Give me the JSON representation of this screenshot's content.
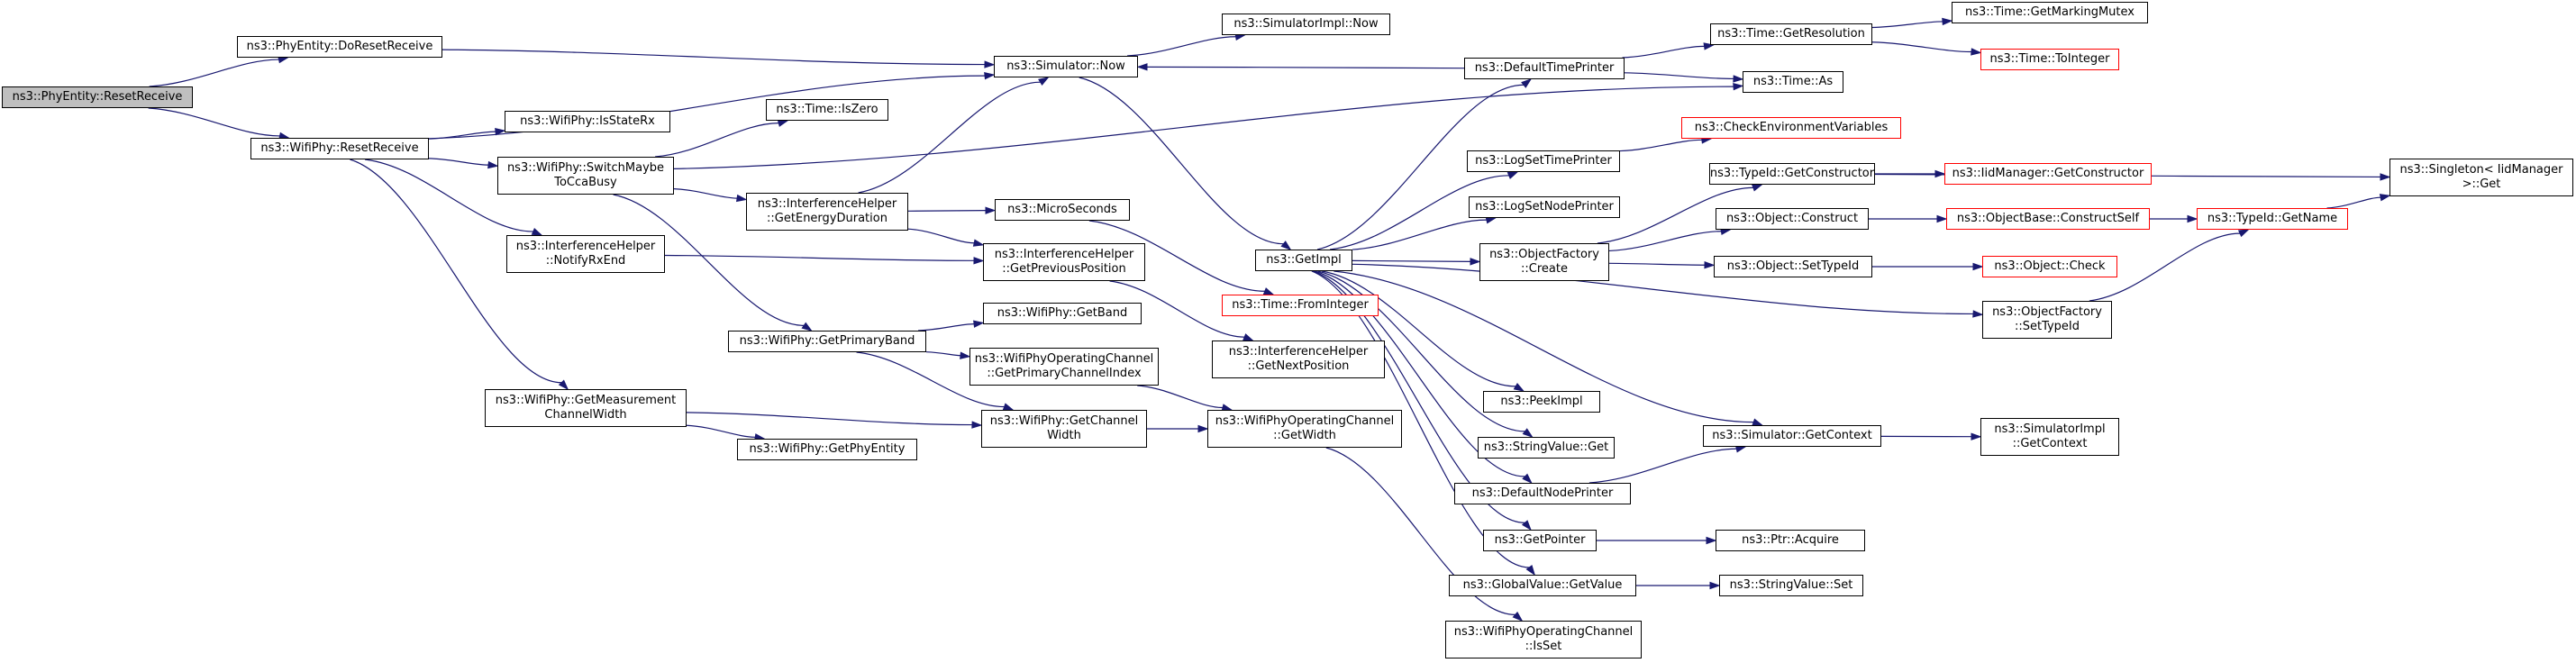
{
  "colors": {
    "edge": "#191970",
    "root_fill": "#bfbfbf",
    "truncated_border": "#ff0000",
    "node_border": "#000000"
  },
  "nodes": [
    {
      "id": "reset",
      "lines": [
        "ns3::PhyEntity::ResetReceive"
      ],
      "root": true
    },
    {
      "id": "doreset",
      "lines": [
        "ns3::PhyEntity::DoResetReceive"
      ]
    },
    {
      "id": "wifireset",
      "lines": [
        "ns3::WifiPhy::ResetReceive"
      ]
    },
    {
      "id": "now",
      "lines": [
        "ns3::Simulator::Now"
      ]
    },
    {
      "id": "simimplnow",
      "lines": [
        "ns3::SimulatorImpl::Now"
      ]
    },
    {
      "id": "isstaterx",
      "lines": [
        "ns3::WifiPhy::IsStateRx"
      ]
    },
    {
      "id": "switchmaybe",
      "lines": [
        "ns3::WifiPhy::SwitchMaybe",
        "ToCcaBusy"
      ]
    },
    {
      "id": "notifyrxend",
      "lines": [
        "ns3::InterferenceHelper",
        "::NotifyRxEnd"
      ]
    },
    {
      "id": "getmeaschw",
      "lines": [
        "ns3::WifiPhy::GetMeasurement",
        "ChannelWidth"
      ]
    },
    {
      "id": "iszero",
      "lines": [
        "ns3::Time::IsZero"
      ]
    },
    {
      "id": "getenergydur",
      "lines": [
        "ns3::InterferenceHelper",
        "::GetEnergyDuration"
      ]
    },
    {
      "id": "getprimaryband",
      "lines": [
        "ns3::WifiPhy::GetPrimaryBand"
      ]
    },
    {
      "id": "getphyentity",
      "lines": [
        "ns3::WifiPhy::GetPhyEntity"
      ]
    },
    {
      "id": "microseconds",
      "lines": [
        "ns3::MicroSeconds"
      ]
    },
    {
      "id": "getprevpos",
      "lines": [
        "ns3::InterferenceHelper",
        "::GetPreviousPosition"
      ]
    },
    {
      "id": "getband",
      "lines": [
        "ns3::WifiPhy::GetBand"
      ]
    },
    {
      "id": "getprimarychidx",
      "lines": [
        "ns3::WifiPhyOperatingChannel",
        "::GetPrimaryChannelIndex"
      ]
    },
    {
      "id": "getchwidth",
      "lines": [
        "ns3::WifiPhy::GetChannel",
        "Width"
      ]
    },
    {
      "id": "getimpl",
      "lines": [
        "ns3::GetImpl"
      ]
    },
    {
      "id": "frominteger",
      "lines": [
        "ns3::Time::FromInteger"
      ],
      "truncated": true
    },
    {
      "id": "getnextpos",
      "lines": [
        "ns3::InterferenceHelper",
        "::GetNextPosition"
      ]
    },
    {
      "id": "opgetwidth",
      "lines": [
        "ns3::WifiPhyOperatingChannel",
        "::GetWidth"
      ]
    },
    {
      "id": "opisset",
      "lines": [
        "ns3::WifiPhyOperatingChannel",
        "::IsSet"
      ]
    },
    {
      "id": "defaulttimeprinter",
      "lines": [
        "ns3::DefaultTimePrinter"
      ]
    },
    {
      "id": "logsettimeprinter",
      "lines": [
        "ns3::LogSetTimePrinter"
      ]
    },
    {
      "id": "logsetnodeprinter",
      "lines": [
        "ns3::LogSetNodePrinter"
      ]
    },
    {
      "id": "objfactcreate",
      "lines": [
        "ns3::ObjectFactory",
        "::Create"
      ]
    },
    {
      "id": "peekimpl",
      "lines": [
        "ns3::PeekImpl"
      ]
    },
    {
      "id": "stringvalueget",
      "lines": [
        "ns3::StringValue::Get"
      ]
    },
    {
      "id": "defaultnodeprinter",
      "lines": [
        "ns3::DefaultNodePrinter"
      ]
    },
    {
      "id": "getpointer",
      "lines": [
        "ns3::GetPointer"
      ]
    },
    {
      "id": "globalvalueget",
      "lines": [
        "ns3::GlobalValue::GetValue"
      ]
    },
    {
      "id": "getresolution",
      "lines": [
        "ns3::Time::GetResolution"
      ]
    },
    {
      "id": "timeas",
      "lines": [
        "ns3::Time::As"
      ]
    },
    {
      "id": "checkenv",
      "lines": [
        "ns3::CheckEnvironmentVariables"
      ],
      "truncated": true
    },
    {
      "id": "typeidgetctor",
      "lines": [
        "ns3::TypeId::GetConstructor"
      ]
    },
    {
      "id": "objconstruct",
      "lines": [
        "ns3::Object::Construct"
      ]
    },
    {
      "id": "objsettypeid",
      "lines": [
        "ns3::Object::SetTypeId"
      ]
    },
    {
      "id": "objfactsettypeid",
      "lines": [
        "ns3::ObjectFactory",
        "::SetTypeId"
      ]
    },
    {
      "id": "simgetcontext",
      "lines": [
        "ns3::Simulator::GetContext"
      ]
    },
    {
      "id": "ptracquire",
      "lines": [
        "ns3::Ptr::Acquire"
      ]
    },
    {
      "id": "stringvalueset",
      "lines": [
        "ns3::StringValue::Set"
      ]
    },
    {
      "id": "getmarkingmutex",
      "lines": [
        "ns3::Time::GetMarkingMutex"
      ]
    },
    {
      "id": "tointeger",
      "lines": [
        "ns3::Time::ToInteger"
      ],
      "truncated": true
    },
    {
      "id": "iidmgrgetctor",
      "lines": [
        "ns3::IidManager::GetConstructor"
      ],
      "truncated": true
    },
    {
      "id": "objbaseconstructself",
      "lines": [
        "ns3::ObjectBase::ConstructSelf"
      ],
      "truncated": true
    },
    {
      "id": "objcheck",
      "lines": [
        "ns3::Object::Check"
      ],
      "truncated": true
    },
    {
      "id": "simimplgetcontext",
      "lines": [
        "ns3::SimulatorImpl",
        "::GetContext"
      ]
    },
    {
      "id": "typeidgetname",
      "lines": [
        "ns3::TypeId::GetName"
      ],
      "truncated": true
    },
    {
      "id": "singletonget",
      "lines": [
        "ns3::Singleton< IidManager",
        " >::Get"
      ]
    }
  ],
  "edges": [
    [
      "reset",
      "doreset"
    ],
    [
      "reset",
      "wifireset"
    ],
    [
      "doreset",
      "now"
    ],
    [
      "wifireset",
      "now"
    ],
    [
      "wifireset",
      "isstaterx"
    ],
    [
      "wifireset",
      "switchmaybe"
    ],
    [
      "wifireset",
      "notifyrxend"
    ],
    [
      "wifireset",
      "getmeaschw"
    ],
    [
      "now",
      "simimplnow"
    ],
    [
      "now",
      "getimpl"
    ],
    [
      "switchmaybe",
      "iszero"
    ],
    [
      "switchmaybe",
      "getenergydur"
    ],
    [
      "switchmaybe",
      "getprimaryband"
    ],
    [
      "switchmaybe",
      "timeas"
    ],
    [
      "notifyrxend",
      "getprevpos"
    ],
    [
      "getmeaschw",
      "getchwidth"
    ],
    [
      "getmeaschw",
      "getphyentity"
    ],
    [
      "getenergydur",
      "now"
    ],
    [
      "getenergydur",
      "microseconds"
    ],
    [
      "getenergydur",
      "getprevpos"
    ],
    [
      "getprimaryband",
      "getband"
    ],
    [
      "getprimaryband",
      "getprimarychidx"
    ],
    [
      "getprimaryband",
      "getchwidth"
    ],
    [
      "microseconds",
      "frominteger"
    ],
    [
      "getprevpos",
      "getnextpos"
    ],
    [
      "getprimarychidx",
      "opgetwidth"
    ],
    [
      "getchwidth",
      "opgetwidth"
    ],
    [
      "opgetwidth",
      "opisset"
    ],
    [
      "getimpl",
      "defaulttimeprinter"
    ],
    [
      "getimpl",
      "logsettimeprinter"
    ],
    [
      "getimpl",
      "logsetnodeprinter"
    ],
    [
      "getimpl",
      "objfactcreate"
    ],
    [
      "getimpl",
      "peekimpl"
    ],
    [
      "getimpl",
      "stringvalueget"
    ],
    [
      "getimpl",
      "defaultnodeprinter"
    ],
    [
      "getimpl",
      "getpointer"
    ],
    [
      "getimpl",
      "globalvalueget"
    ],
    [
      "getimpl",
      "objfactsettypeid"
    ],
    [
      "getimpl",
      "simgetcontext"
    ],
    [
      "defaulttimeprinter",
      "now"
    ],
    [
      "defaulttimeprinter",
      "getresolution"
    ],
    [
      "defaulttimeprinter",
      "timeas"
    ],
    [
      "logsettimeprinter",
      "checkenv"
    ],
    [
      "objfactcreate",
      "typeidgetctor"
    ],
    [
      "objfactcreate",
      "objconstruct"
    ],
    [
      "objfactcreate",
      "objsettypeid"
    ],
    [
      "getresolution",
      "getmarkingmutex"
    ],
    [
      "getresolution",
      "tointeger"
    ],
    [
      "typeidgetctor",
      "iidmgrgetctor"
    ],
    [
      "typeidgetctor",
      "singletonget"
    ],
    [
      "objconstruct",
      "objbaseconstructself"
    ],
    [
      "objsettypeid",
      "objcheck"
    ],
    [
      "objfactsettypeid",
      "typeidgetname"
    ],
    [
      "objbaseconstructself",
      "typeidgetname"
    ],
    [
      "typeidgetname",
      "singletonget"
    ],
    [
      "simgetcontext",
      "simimplgetcontext"
    ],
    [
      "defaultnodeprinter",
      "simgetcontext"
    ],
    [
      "getpointer",
      "ptracquire"
    ],
    [
      "globalvalueget",
      "stringvalueset"
    ]
  ]
}
